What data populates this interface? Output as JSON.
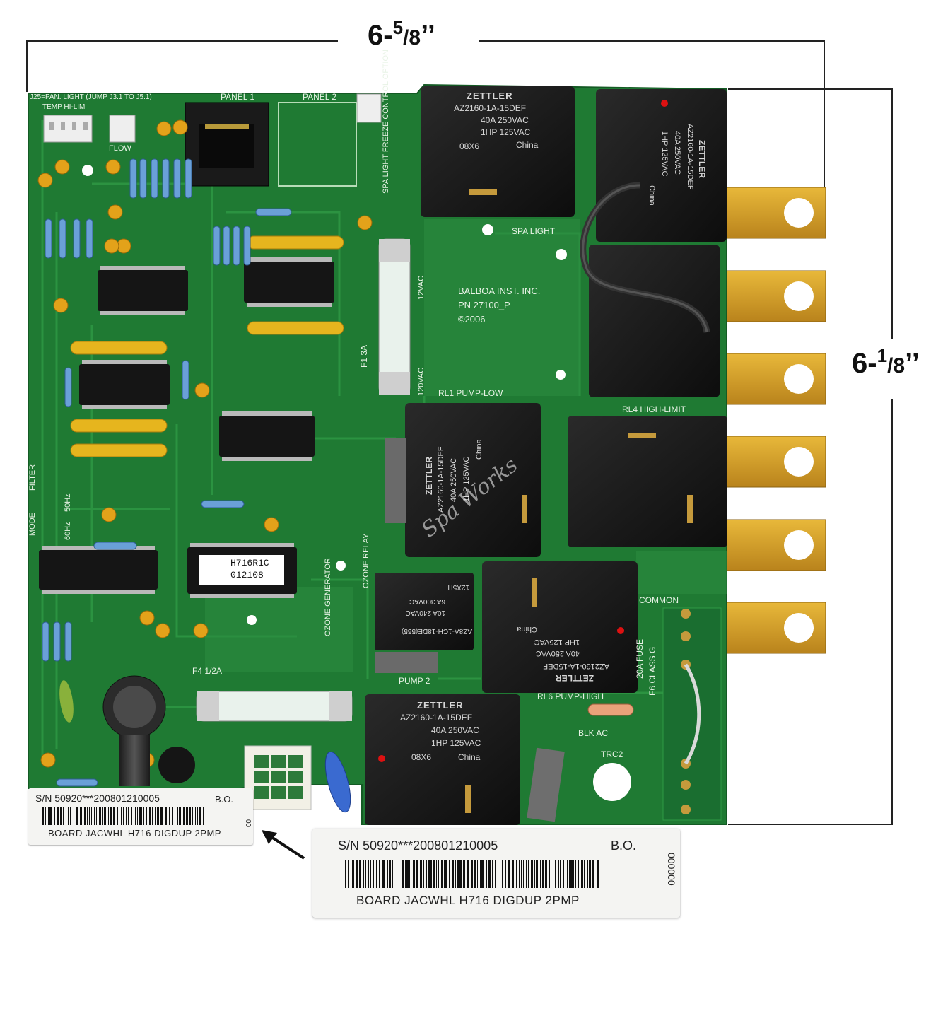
{
  "dimensions": {
    "width": {
      "whole": "6-",
      "num": "5",
      "den": "8",
      "unit": "’’"
    },
    "height": {
      "whole": "6-",
      "num": "1",
      "den": "8",
      "unit": "’’"
    }
  },
  "board_text": {
    "relay_brand": "ZETTLER",
    "relay_model": "AZ2160-1A-15DEF",
    "relay_rating_1": "40A 250VAC",
    "relay_rating_2": "1HP 125VAC",
    "relay_date": "08X6",
    "relay_origin": "China",
    "ozone_relay_model": "AZ8A-1CH-18DE(555)",
    "ozone_relay_rating_1": "10A 240VAC",
    "ozone_relay_rating_2": "6A 300VAC",
    "ozone_relay_date": "12X5H",
    "maker": "BALBOA INST. INC.",
    "part_number": "PN 27100_P",
    "year": "©2006",
    "chip_label_1": "H716R1C",
    "chip_label_2": "012108",
    "panel_1": "PANEL 1",
    "panel_2": "PANEL 2",
    "spa_light": "SPA LIGHT",
    "pump_low": "RL1  PUMP-LOW",
    "high_limit": "RL4  HIGH-LIMIT",
    "pump_high": "RL6 PUMP-HIGH",
    "pump_2": "PUMP 2",
    "common": "COMMON",
    "blk_ac": "BLK AC",
    "fuse_f1": "F1 3A",
    "fuse_f4": "F4 1/2A",
    "fuse_f6": "20A FUSE",
    "fuse_class": "F6 CLASS G",
    "vac_12": "12VAC",
    "vac_120": "120VAC",
    "spa_light_freeze": "SPA LIGHT FREEZE CONTROL OPTION",
    "ozone_generator": "OZONE GENERATOR",
    "ozone_relay": "OZONE RELAY",
    "trc2": "TRC2",
    "filter": "FILTER",
    "mode": "MODE",
    "hz50": "50Hz",
    "hz60": "60Hz",
    "jumper_note": "J25=PAN. LIGHT (JUMP J3.1 TO J5.1)",
    "temp_hilim": "TEMP HI-LIM",
    "flow": "FLOW",
    "spa_works": "Spa Works"
  },
  "sticker_small": {
    "serial": "S/N 50920***200801210005",
    "status": "B.O.",
    "description": "BOARD JACWHL H716  DIGDUP 2PMP",
    "side_code": "00"
  },
  "sticker_large": {
    "serial": "S/N 50920***200801210005",
    "status": "B.O.",
    "description": "BOARD JACWHL H716  DIGDUP 2PMP",
    "side_code": "000000"
  },
  "colors": {
    "pcb": "#1f7a33",
    "pcb_dark": "#156428",
    "trace": "#2f9a45",
    "gold": "#d8a227",
    "relay": "#1b1b1b",
    "silk": "#e8f3e6",
    "dimension_line": "#222222"
  }
}
